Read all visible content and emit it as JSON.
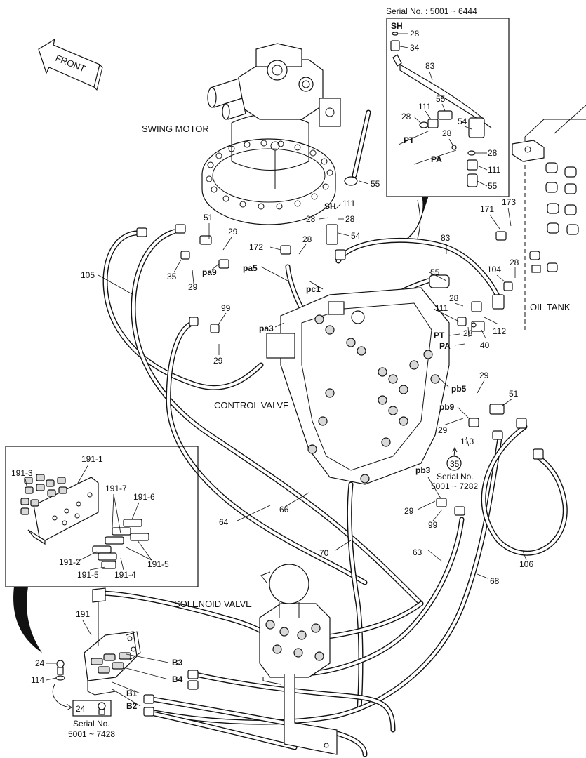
{
  "components": {
    "front": "FRONT",
    "swing_motor": "SWING MOTOR",
    "control_valve": "CONTROL VALVE",
    "solenoid_valve": "SOLENOID VALVE",
    "oil_tank": "OIL TANK"
  },
  "inset_top": {
    "serial": "Serial No. : 5001 ~ 6444",
    "labels": [
      "SH",
      "28",
      "34",
      "83",
      "55",
      "111",
      "28",
      "PT",
      "28",
      "54",
      "PA",
      "28",
      "111",
      "55"
    ]
  },
  "inset_left": {
    "labels": [
      "191-1",
      "191-3",
      "191-7",
      "191-6",
      "191-2",
      "191-5",
      "191-4",
      "191-5"
    ]
  },
  "port_labels": [
    "SH",
    "pa9",
    "pa5",
    "pc1",
    "pa3",
    "PT",
    "PA",
    "pb5",
    "pb9",
    "pb3",
    "B3",
    "B4",
    "B1",
    "B2"
  ],
  "part_numbers": [
    "55",
    "111",
    "28",
    "28",
    "54",
    "51",
    "29",
    "172",
    "28",
    "35",
    "29",
    "105",
    "99",
    "29",
    "83",
    "55",
    "28",
    "111",
    "28",
    "112",
    "40",
    "104",
    "28",
    "171",
    "173",
    "29",
    "51",
    "29",
    "113",
    "29",
    "99",
    "66",
    "64",
    "70",
    "63",
    "68",
    "106",
    "191",
    "24",
    "114"
  ],
  "serial_notes": {
    "callout_number": "35",
    "serial_label": "Serial No.",
    "serial_range": "5001 ~ 7282"
  },
  "bottom_note": {
    "part": "24",
    "serial_label": "Serial No.",
    "serial_range": "5001 ~ 7428"
  }
}
